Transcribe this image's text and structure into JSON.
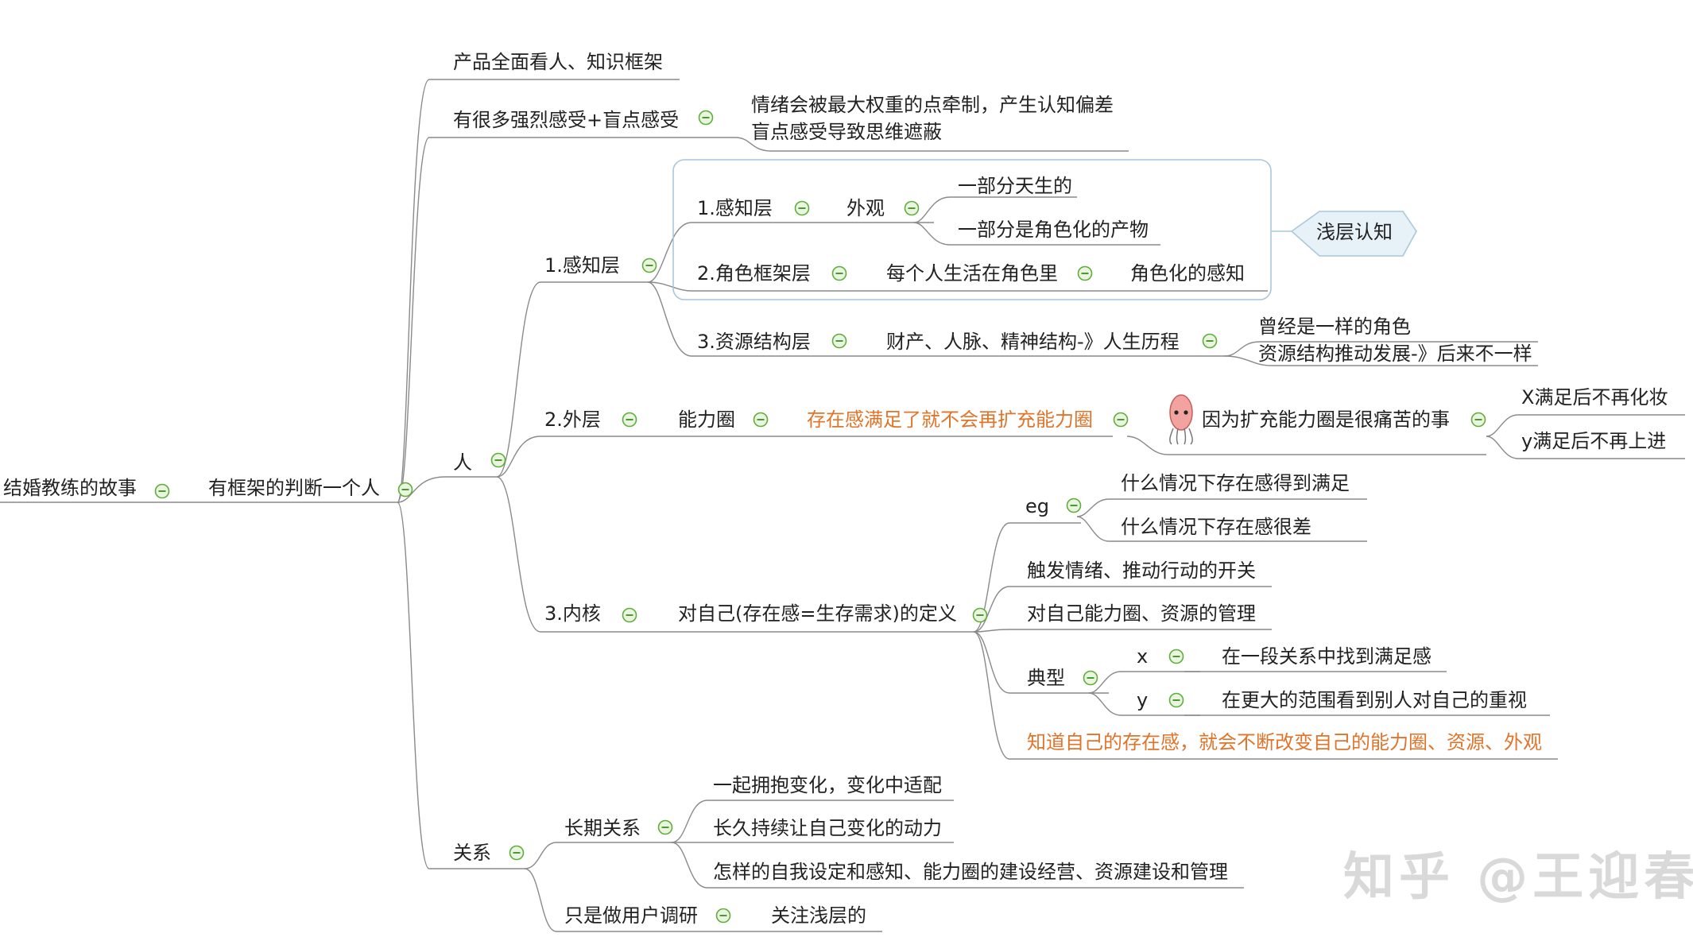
{
  "root": "结婚教练的故事",
  "main": "有框架的判断一个人",
  "branches": {
    "product": "产品全面看人、知识框架",
    "strong": {
      "label": "有很多强烈感受+盲点感受",
      "notes": [
        "情绪会被最大权重的点牵制，产生认知偏差",
        "盲点感受导致思维遮蔽"
      ]
    },
    "person": {
      "label": "人",
      "perception": {
        "label": "1.感知层",
        "appearance": {
          "label": "1.感知层",
          "node": "外观",
          "items": [
            "一部分天生的",
            "一部分是角色化的产物"
          ]
        },
        "role": {
          "label": "2.角色框架层",
          "node": "每个人生活在角色里",
          "leaf": "角色化的感知"
        },
        "resource": {
          "label": "3.资源结构层",
          "node": "财产、人脉、精神结构-》人生历程",
          "notes": [
            "曾经是一样的角色",
            "资源结构推动发展-》后来不一样"
          ]
        },
        "callout": "浅层认知"
      },
      "outer": {
        "label": "2.外层",
        "node": "能力圈",
        "highlight": "存在感满足了就不会再扩充能力圈",
        "reason": "因为扩充能力圈是很痛苦的事",
        "leaves": [
          "X满足后不再化妆",
          "y满足后不再上进"
        ]
      },
      "core": {
        "label": "3.内核",
        "node": "对自己(存在感=生存需求)的定义",
        "eg": {
          "label": "eg",
          "items": [
            "什么情况下存在感得到满足",
            "什么情况下存在感很差"
          ]
        },
        "items": [
          "触发情绪、推动行动的开关",
          "对自己能力圈、资源的管理"
        ],
        "typical": {
          "label": "典型",
          "x": {
            "label": "x",
            "text": "在一段关系中找到满足感"
          },
          "y": {
            "label": "y",
            "text": "在更大的范围看到别人对自己的重视"
          }
        },
        "conclusion": "知道自己的存在感，就会不断改变自己的能力圈、资源、外观"
      }
    },
    "relation": {
      "label": "关系",
      "long": {
        "label": "长期关系",
        "items": [
          "一起拥抱变化，变化中适配",
          "长久持续让自己变化的动力",
          "怎样的自我设定和感知、能力圈的建设经营、资源建设和管理"
        ]
      },
      "survey": {
        "label": "只是做用户调研",
        "leaf": "关注浅层的"
      }
    }
  },
  "watermark": "知乎 @王迎春",
  "colors": {
    "line": "#8a8a8a",
    "orange": "#e0742a",
    "collapse_fill": "#e9f5df",
    "collapse_stroke": "#5fae3c",
    "callout_fill": "#e6f1f8",
    "callout_stroke": "#a8c8dc"
  }
}
